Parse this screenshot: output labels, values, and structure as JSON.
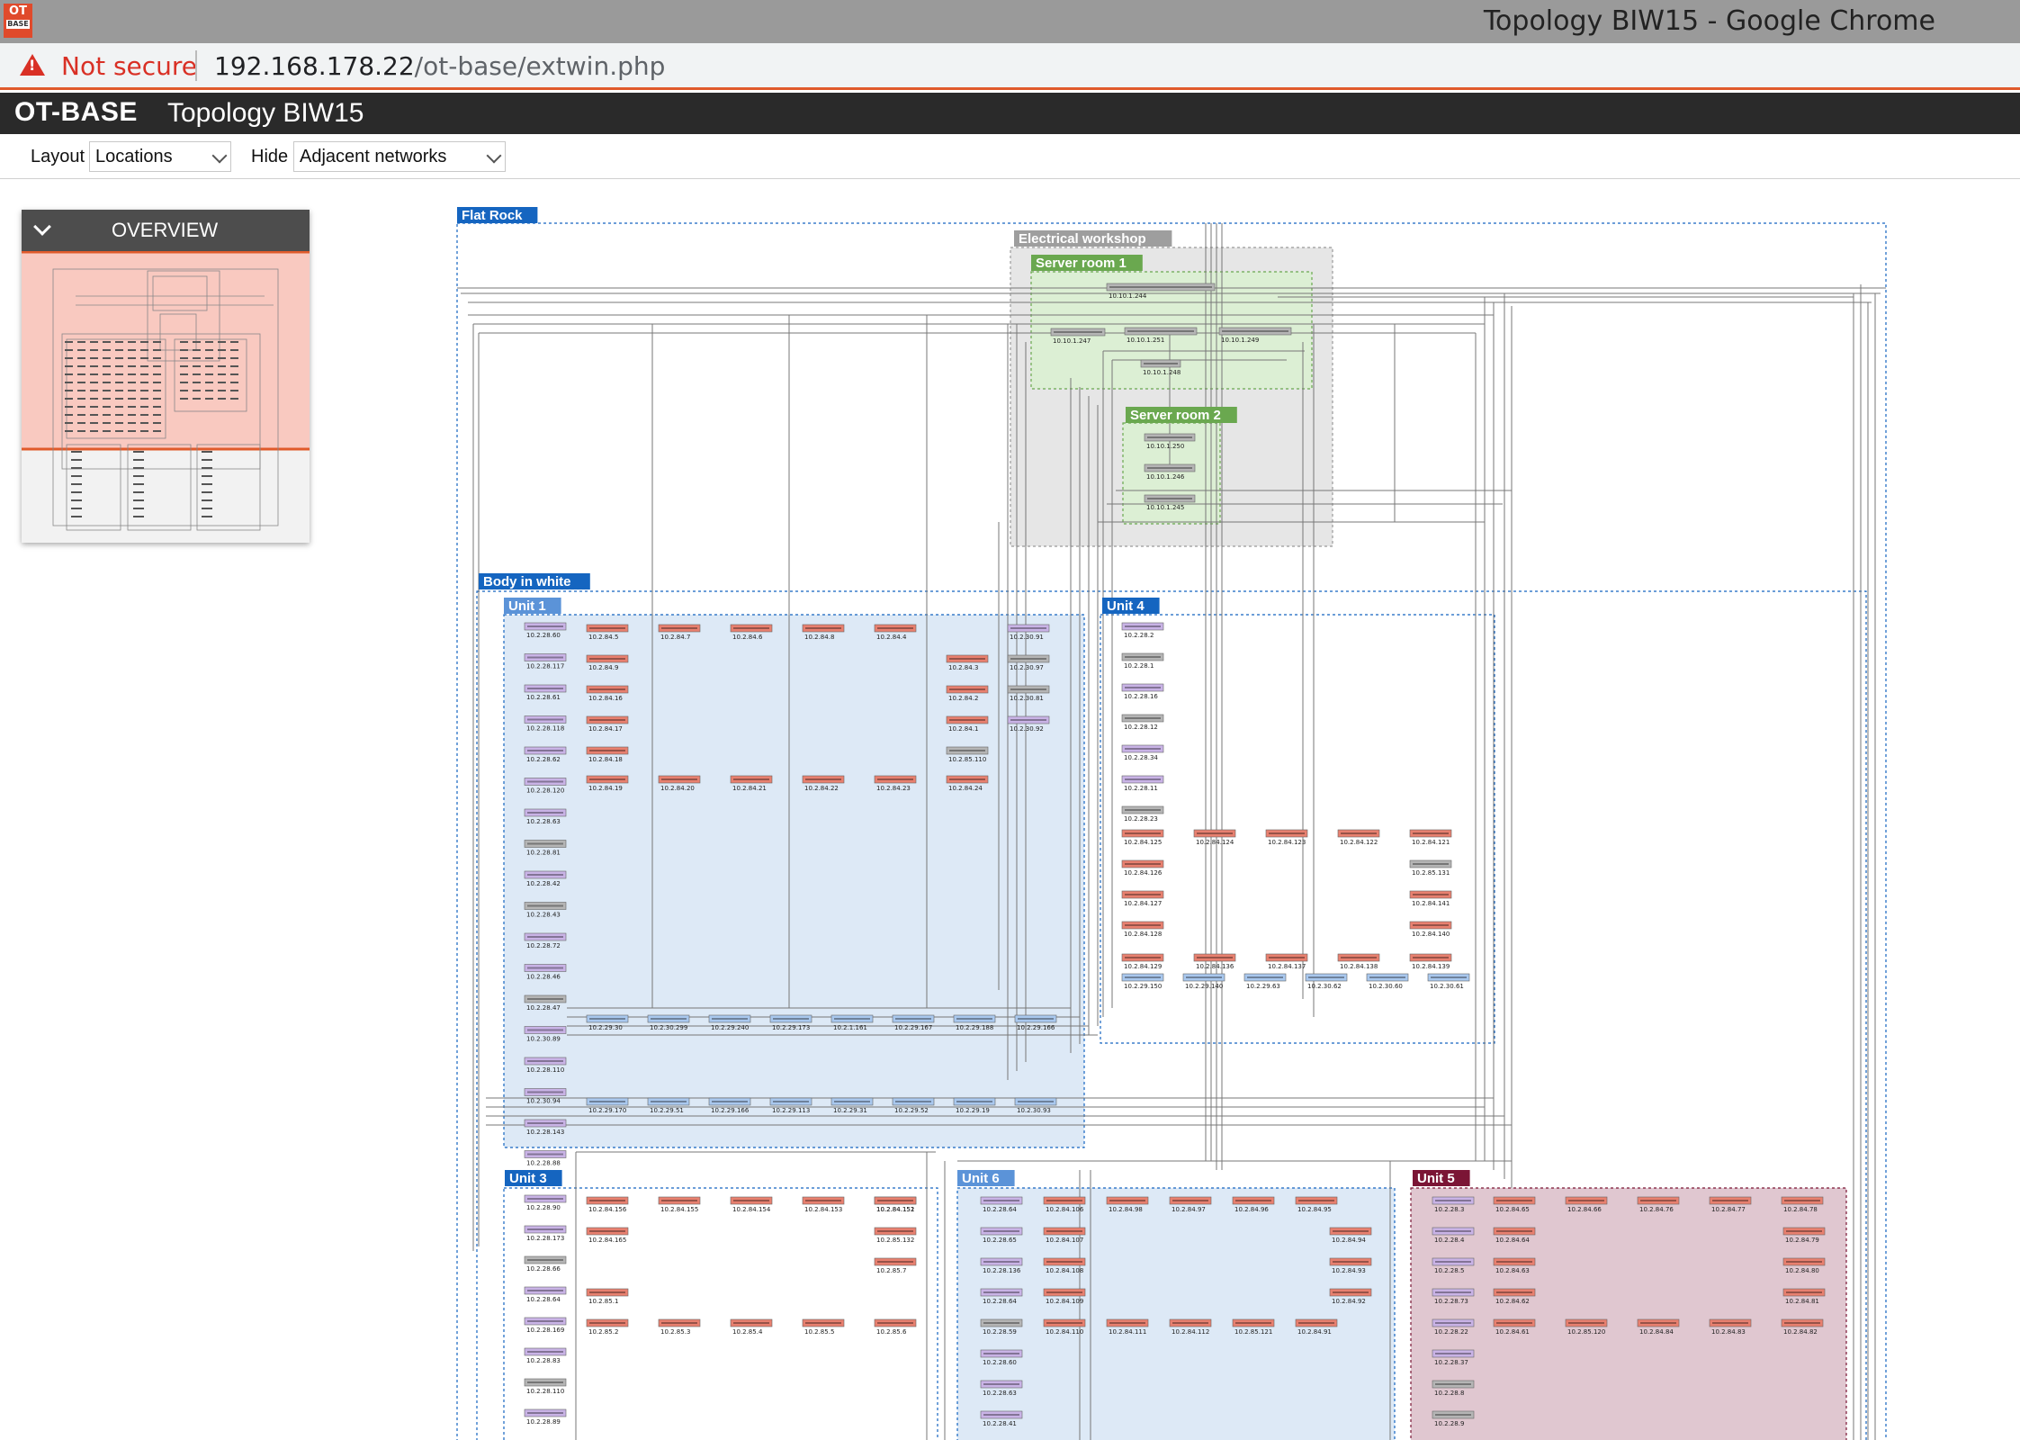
{
  "browser": {
    "window_title": "Topology BIW15 - Google Chrome",
    "security_label": "Not secure",
    "url_host": "192.168.178.22",
    "url_path": "/ot-base/extwin.php",
    "app_icon_text": "OT",
    "app_icon_sub": "BASE"
  },
  "app": {
    "brand": "OT-BASE",
    "title": "Topology BIW15"
  },
  "toolbar": {
    "layout_label": "Layout",
    "layout_value": "Locations",
    "hide_label": "Hide",
    "hide_value": "Adjacent networks"
  },
  "overview": {
    "title": "OVERVIEW"
  },
  "colors": {
    "red_node": "#e8806f",
    "purple_node": "#c9b3e6",
    "gray_node": "#b5b5b5",
    "blue_node": "#a9c8ee",
    "workshop_gray": "#9e9e9e",
    "server_green": "#6aa84f",
    "unit_blue": "#1565c0",
    "unit5_maroon": "#7b1535"
  },
  "locations": {
    "flat_rock": "Flat Rock",
    "electrical_workshop": "Electrical workshop",
    "server_room_1": "Server room 1",
    "server_room_2": "Server room 2",
    "body_in_white": "Body in white",
    "unit_1": "Unit 1",
    "unit_4": "Unit 4",
    "unit_3": "Unit 3",
    "unit_6": "Unit 6",
    "unit_5": "Unit 5"
  },
  "server_ips": {
    "core": "10.10.1.244",
    "s1a": "10.10.1.247",
    "s1b": "10.10.1.251",
    "s1c": "10.10.1.249",
    "s1d": "10.10.1.248",
    "s2a": "10.10.1.250",
    "s2b": "10.10.1.246",
    "s2c": "10.10.1.245"
  },
  "unit1": {
    "col_a": [
      "10.2.28.60",
      "10.2.28.117",
      "10.2.28.61",
      "10.2.28.118",
      "10.2.28.62",
      "10.2.28.120",
      "10.2.28.63",
      "10.2.28.81",
      "10.2.28.42",
      "10.2.28.43",
      "10.2.28.72",
      "10.2.28.46",
      "10.2.28.47",
      "10.2.30.89",
      "10.2.28.110",
      "10.2.30.94",
      "10.2.28.143",
      "10.2.28.88"
    ],
    "row_1": [
      "10.2.84.5",
      "10.2.84.7",
      "10.2.84.6",
      "10.2.84.8",
      "10.2.84.4",
      "10.2.30.91"
    ],
    "col_b": [
      "10.2.84.9",
      "10.2.84.16",
      "10.2.84.17",
      "10.2.84.18"
    ],
    "row_6": [
      "10.2.84.19",
      "10.2.84.20",
      "10.2.84.21",
      "10.2.84.22",
      "10.2.84.23",
      "10.2.84.24"
    ],
    "right": [
      "10.2.84.3",
      "10.2.84.2",
      "10.2.84.1",
      "10.2.85.110",
      "10.2.30.97",
      "10.2.30.81",
      "10.2.30.92"
    ],
    "bottom_1": [
      "10.2.29.30",
      "10.2.30.299",
      "10.2.29.240",
      "10.2.29.173",
      "10.2.1.161",
      "10.2.29.167",
      "10.2.29.188",
      "10.2.29.166"
    ],
    "bottom_2": [
      "10.2.29.170",
      "10.2.29.51",
      "10.2.29.166",
      "10.2.29.113",
      "10.2.29.31",
      "10.2.29.52",
      "10.2.29.19",
      "10.2.30.93"
    ]
  },
  "unit4": {
    "col_a": [
      "10.2.28.2",
      "10.2.28.1",
      "10.2.28.16",
      "10.2.28.12",
      "10.2.28.34",
      "10.2.28.11",
      "10.2.28.23"
    ],
    "row_1": [
      "10.2.84.125",
      "10.2.84.124",
      "10.2.84.123",
      "10.2.84.122",
      "10.2.84.121"
    ],
    "col_b": [
      "10.2.84.126",
      "10.2.84.127",
      "10.2.84.128"
    ],
    "right": [
      "10.2.85.131",
      "10.2.84.141",
      "10.2.84.140"
    ],
    "row_5": [
      "10.2.84.129",
      "10.2.84.136",
      "10.2.84.137",
      "10.2.84.138",
      "10.2.84.139"
    ],
    "row_6": [
      "10.2.29.150",
      "10.2.29.140",
      "10.2.29.63",
      "10.2.30.62",
      "10.2.30.60",
      "10.2.30.61"
    ]
  },
  "unit3": {
    "col_a": [
      "10.2.28.90",
      "10.2.28.173",
      "10.2.28.66",
      "10.2.28.64",
      "10.2.28.169",
      "10.2.28.83",
      "10.2.28.110",
      "10.2.28.89"
    ],
    "row_1": [
      "10.2.84.156",
      "10.2.84.155",
      "10.2.84.154",
      "10.2.84.153",
      "10.2.84.152"
    ],
    "col_b": [
      "10.2.84.165",
      "10.2.85.1"
    ],
    "right": [
      "10.2.84.151",
      "10.2.85.132",
      "10.2.85.7"
    ],
    "row_4": [
      "10.2.85.2",
      "10.2.85.3",
      "10.2.85.4",
      "10.2.85.5",
      "10.2.85.6"
    ]
  },
  "unit6": {
    "col_a": [
      "10.2.28.64",
      "10.2.28.65",
      "10.2.28.136",
      "10.2.28.64",
      "10.2.28.59",
      "10.2.28.60",
      "10.2.28.63",
      "10.2.28.41"
    ],
    "row_1": [
      "10.2.84.106",
      "10.2.84.98",
      "10.2.84.97",
      "10.2.84.96",
      "10.2.84.95"
    ],
    "col_b": [
      "10.2.84.107",
      "10.2.84.108",
      "10.2.84.109"
    ],
    "right": [
      "10.2.84.94",
      "10.2.84.93",
      "10.2.84.92"
    ],
    "row_5": [
      "10.2.84.110",
      "10.2.84.111",
      "10.2.84.112",
      "10.2.85.121",
      "10.2.84.91"
    ]
  },
  "unit5": {
    "col_a": [
      "10.2.28.3",
      "10.2.28.4",
      "10.2.28.5",
      "10.2.28.73",
      "10.2.28.22",
      "10.2.28.37",
      "10.2.28.8",
      "10.2.28.9"
    ],
    "row_1": [
      "10.2.84.65",
      "10.2.84.66",
      "10.2.84.76",
      "10.2.84.77",
      "10.2.84.78"
    ],
    "col_b": [
      "10.2.84.64",
      "10.2.84.63",
      "10.2.84.62"
    ],
    "right": [
      "10.2.84.79",
      "10.2.84.80",
      "10.2.84.81"
    ],
    "row_5": [
      "10.2.84.61",
      "10.2.85.120",
      "10.2.84.84",
      "10.2.84.83",
      "10.2.84.82"
    ]
  }
}
